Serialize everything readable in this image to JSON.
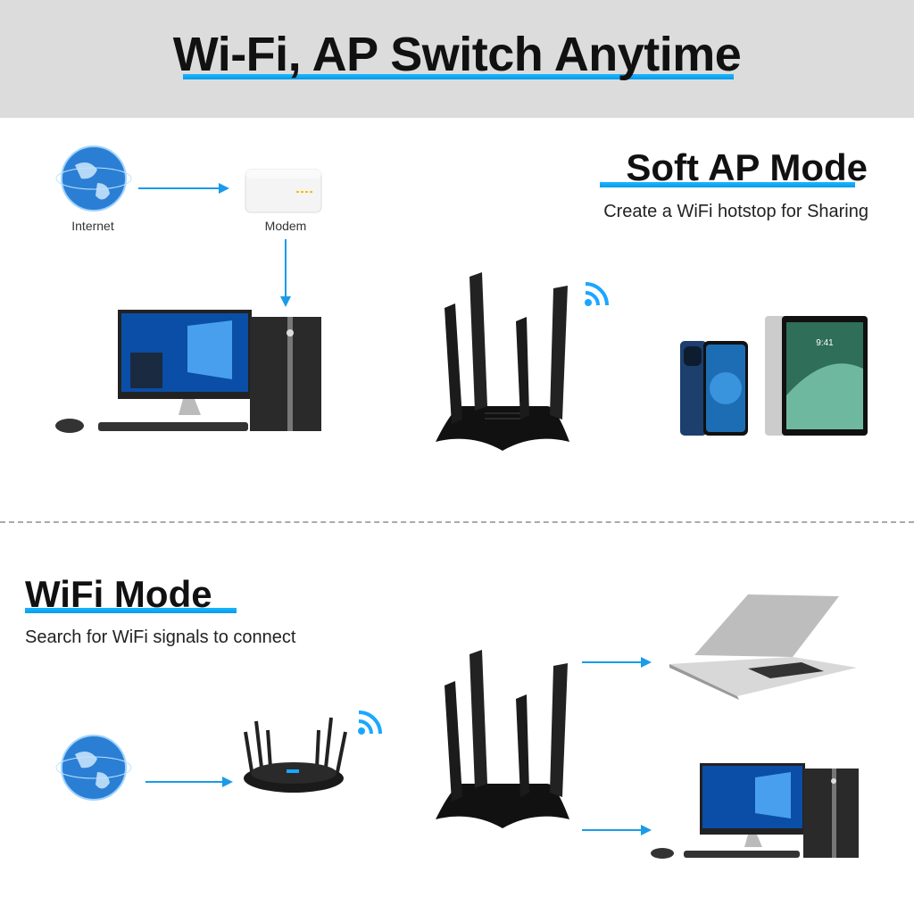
{
  "header": {
    "title": "Wi-Fi, AP Switch Anytime"
  },
  "soft_ap": {
    "heading": "Soft AP Mode",
    "subtitle": "Create a WiFi hotstop for Sharing",
    "internet_label": "Internet",
    "modem_label": "Modem"
  },
  "wifi_mode": {
    "heading": "WiFi Mode",
    "subtitle": "Search for WiFi signals to connect"
  },
  "colors": {
    "accent": "#0aa6f5",
    "header_bg": "#dcdcdc",
    "arrow": "#1a9be8"
  },
  "icons": [
    "globe-icon",
    "modem-icon",
    "desktop-pc-icon",
    "wifi-adapter-icon",
    "wifi-signal-icon",
    "smartphone-icon",
    "tablet-icon",
    "router-icon",
    "laptop-icon",
    "arrow-icon"
  ]
}
